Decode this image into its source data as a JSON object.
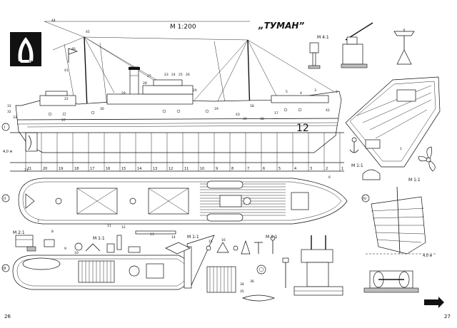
{
  "title": "„ТУМАН”",
  "scale_main": "M 1:200",
  "scales": {
    "gun": "M 4:1",
    "anchor_detail": "M 1:1",
    "propeller": "M 1:1",
    "davit": "M 2:1",
    "boat": "M 1:1",
    "fitting_a": "M 1:1",
    "fitting_b": "M 1:1"
  },
  "page_numbers": {
    "left": "26",
    "right": "27"
  },
  "hull_number": "12",
  "station_labels": [
    "21",
    "20",
    "19",
    "18",
    "17",
    "16",
    "15",
    "14",
    "13",
    "12",
    "11",
    "10",
    "9",
    "8",
    "7",
    "6",
    "5",
    "4",
    "3",
    "2",
    "1"
  ],
  "view_labels": [
    "I",
    "II",
    "III",
    "IV"
  ],
  "waterline_label": "4,0 м",
  "part_numbers": [
    "1",
    "2",
    "3",
    "4",
    "5",
    "6",
    "7",
    "8",
    "9",
    "10",
    "11",
    "12",
    "13",
    "14",
    "15",
    "16",
    "17",
    "18",
    "19",
    "20",
    "21",
    "22",
    "23",
    "24",
    "25",
    "26",
    "27",
    "28",
    "29",
    "30",
    "31",
    "32",
    "33",
    "34",
    "35",
    "36",
    "37",
    "38",
    "39",
    "40",
    "41",
    "42",
    "43",
    "44",
    "45",
    "46"
  ],
  "icons": [
    "ship-emblem-icon",
    "anchor-icon",
    "propeller-icon",
    "wind-vane-icon",
    "arrow-icon"
  ]
}
